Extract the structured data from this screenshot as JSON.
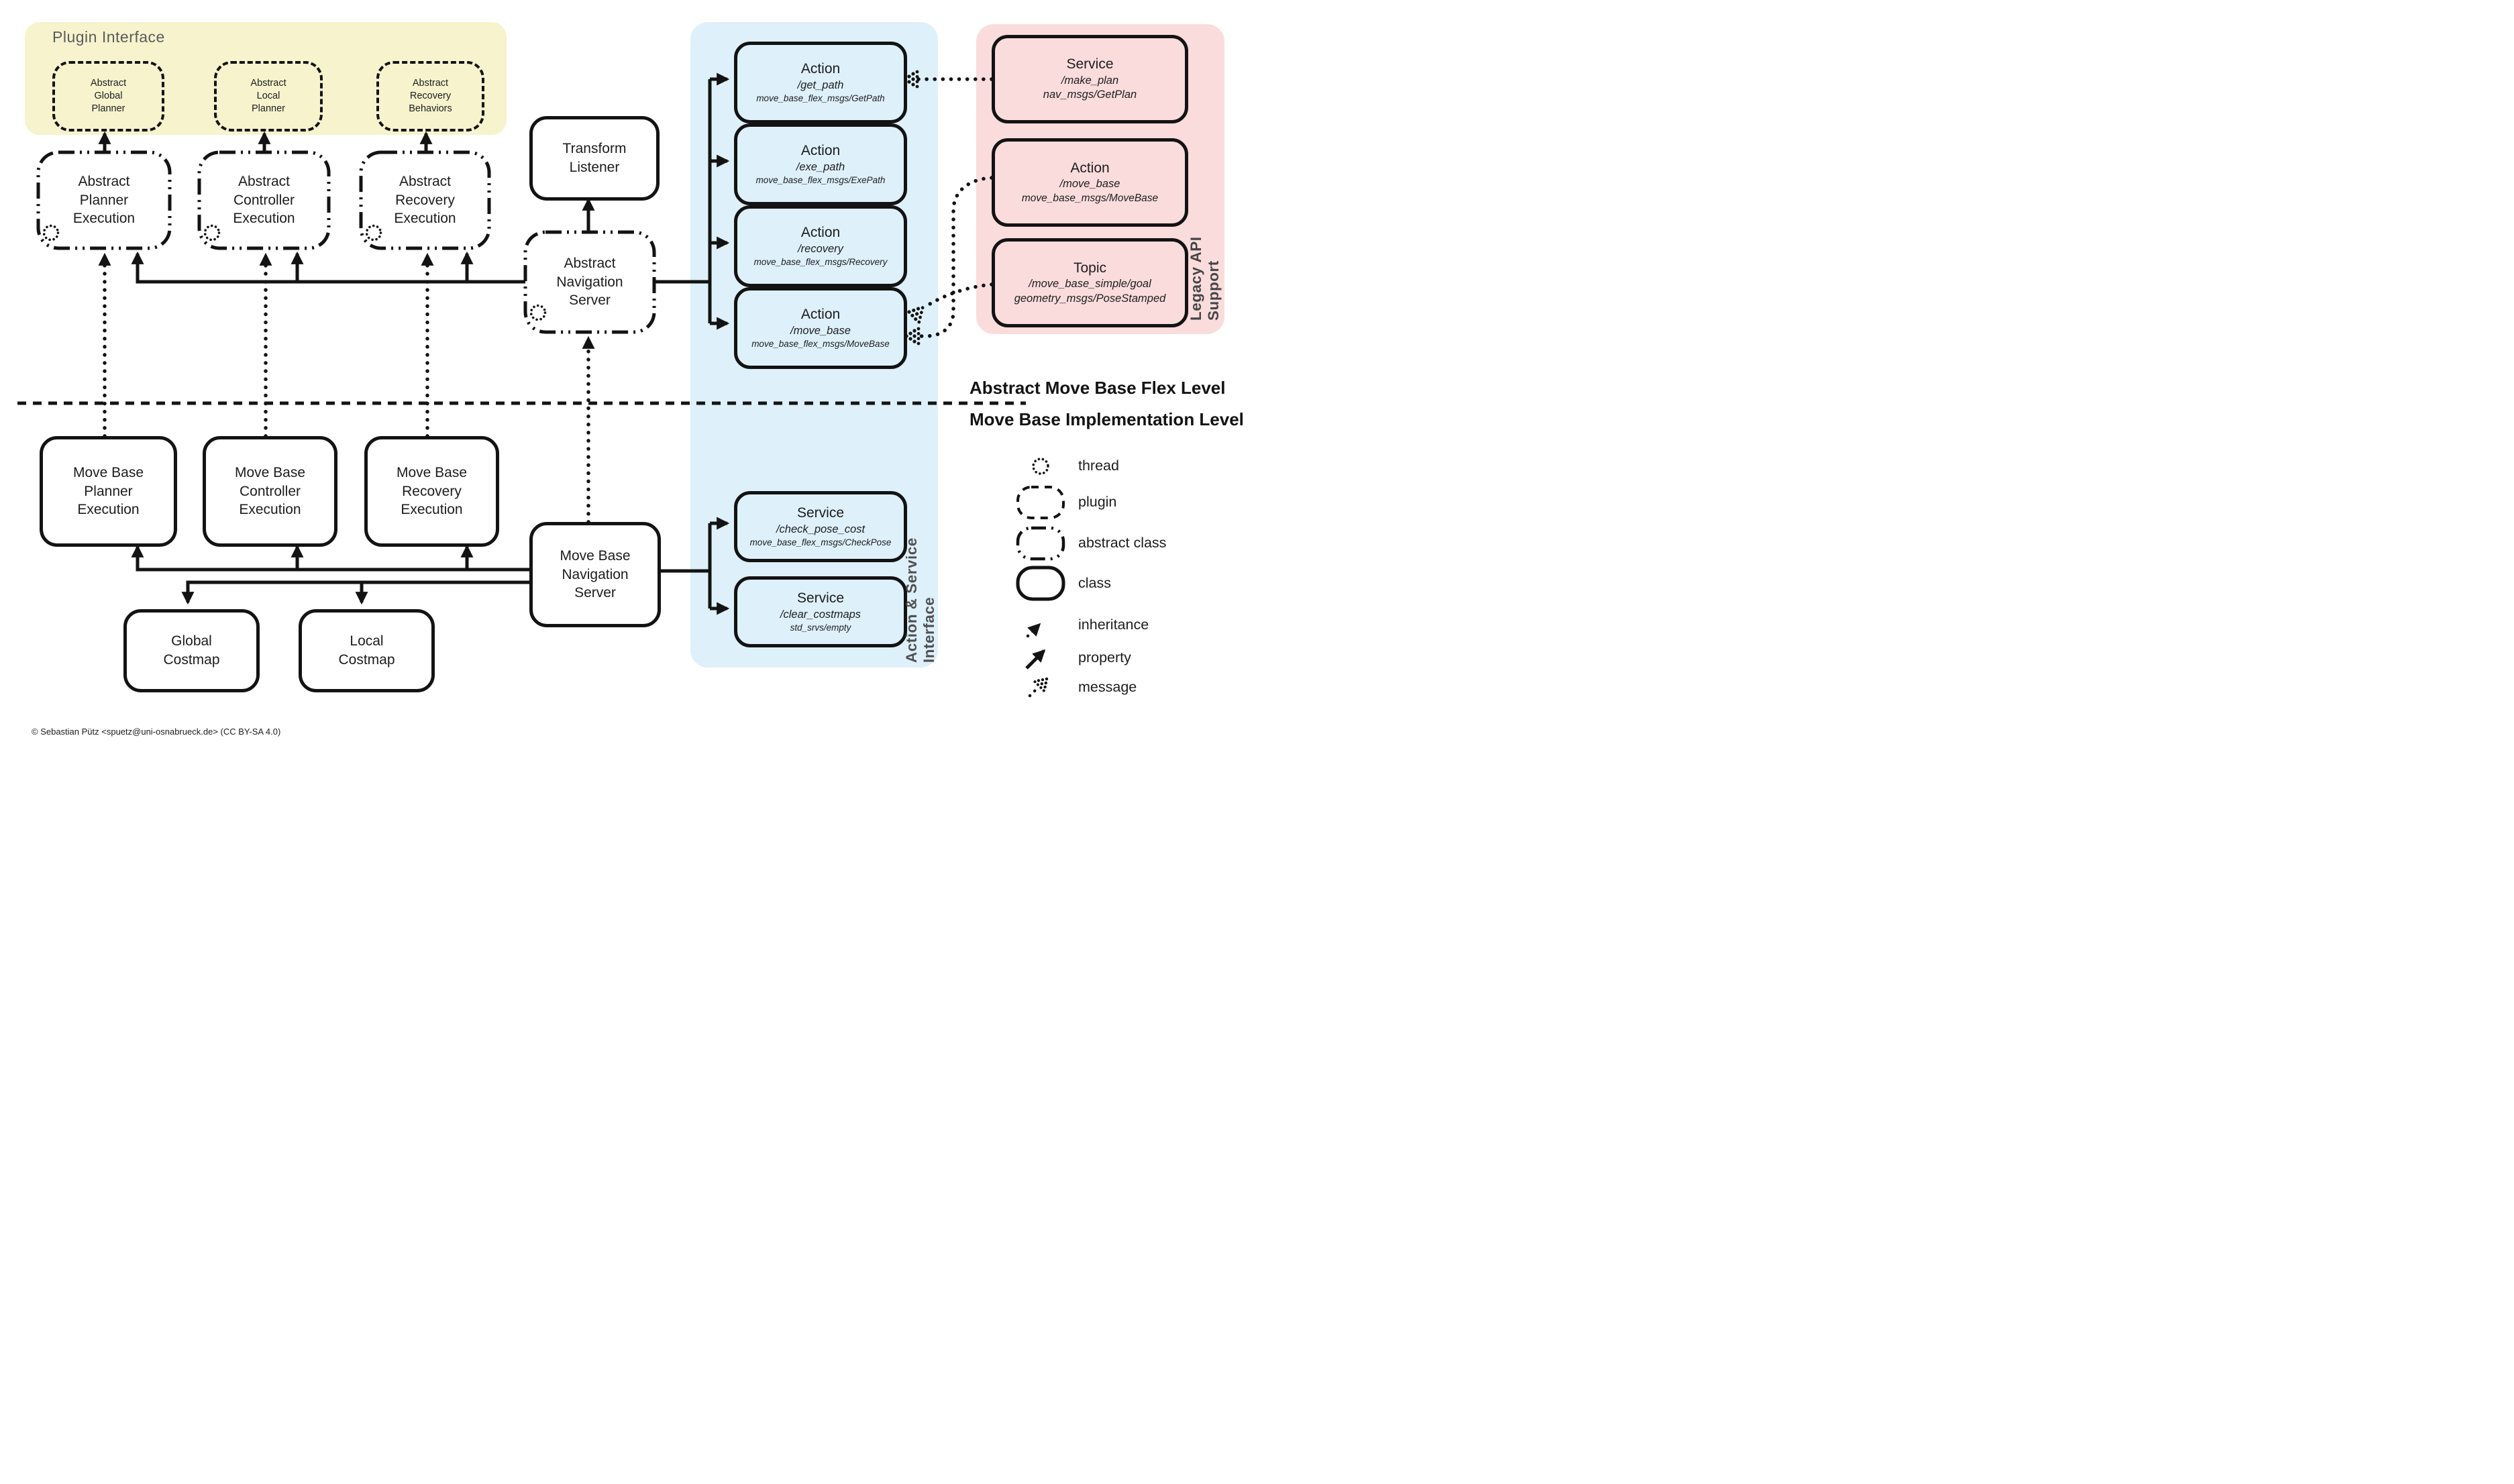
{
  "title_labels": {
    "plugin_interface": "Plugin Interface",
    "action_service_interface": "Action & Service Interface",
    "legacy_api_support": "Legacy API Support",
    "abstract_level": "Abstract Move Base Flex Level",
    "implementation_level": "Move Base Implementation Level"
  },
  "plugin_boxes": [
    {
      "label": "Abstract\nGlobal\nPlanner"
    },
    {
      "label": "Abstract\nLocal\nPlanner"
    },
    {
      "label": "Abstract\nRecovery\nBehaviors"
    }
  ],
  "abstract_executions": [
    {
      "label": "Abstract\nPlanner\nExecution"
    },
    {
      "label": "Abstract\nController\nExecution"
    },
    {
      "label": "Abstract\nRecovery\nExecution"
    }
  ],
  "transform_listener": {
    "label": "Transform\nListener"
  },
  "abstract_nav_server": {
    "label": "Abstract\nNavigation\nServer"
  },
  "move_base_nav_server": {
    "label": "Move Base\nNavigation\nServer"
  },
  "mb_executions": [
    {
      "label": "Move Base\nPlanner\nExecution"
    },
    {
      "label": "Move Base\nController\nExecution"
    },
    {
      "label": "Move Base\nRecovery\nExecution"
    }
  ],
  "costmaps": [
    {
      "label": "Global\nCostmap"
    },
    {
      "label": "Local\nCostmap"
    }
  ],
  "action_interface": [
    {
      "type": "Action",
      "name": "/get_path",
      "msg": "move_base_flex_msgs/GetPath"
    },
    {
      "type": "Action",
      "name": "/exe_path",
      "msg": "move_base_flex_msgs/ExePath"
    },
    {
      "type": "Action",
      "name": "/recovery",
      "msg": "move_base_flex_msgs/Recovery"
    },
    {
      "type": "Action",
      "name": "/move_base",
      "msg": "move_base_flex_msgs/MoveBase"
    }
  ],
  "service_interface": [
    {
      "type": "Service",
      "name": "/check_pose_cost",
      "msg": "move_base_flex_msgs/CheckPose"
    },
    {
      "type": "Service",
      "name": "/clear_costmaps",
      "msg": "std_srvs/empty"
    }
  ],
  "legacy_boxes": [
    {
      "type": "Service",
      "name": "/make_plan",
      "msg": "nav_msgs/GetPlan"
    },
    {
      "type": "Action",
      "name": "/move_base",
      "msg": "move_base_msgs/MoveBase"
    },
    {
      "type": "Topic",
      "name": "/move_base_simple/goal",
      "msg": "geometry_msgs/PoseStamped"
    }
  ],
  "legend": [
    {
      "icon": "thread-icon",
      "label": "thread"
    },
    {
      "icon": "plugin-icon",
      "label": "plugin"
    },
    {
      "icon": "abstract-class-icon",
      "label": "abstract class"
    },
    {
      "icon": "class-icon",
      "label": "class"
    },
    {
      "icon": "inheritance-arrow-icon",
      "label": "inheritance"
    },
    {
      "icon": "property-arrow-icon",
      "label": "property"
    },
    {
      "icon": "message-arrow-icon",
      "label": "message"
    }
  ],
  "footer": {
    "copyright": "© Sebastian Pütz <spuetz@uni-osnabrueck.de> (CC BY-SA 4.0)"
  },
  "colors": {
    "plugin_panel": "#f6f3cd",
    "action_panel": "#def0fa",
    "legacy_panel": "#fadcdc"
  }
}
